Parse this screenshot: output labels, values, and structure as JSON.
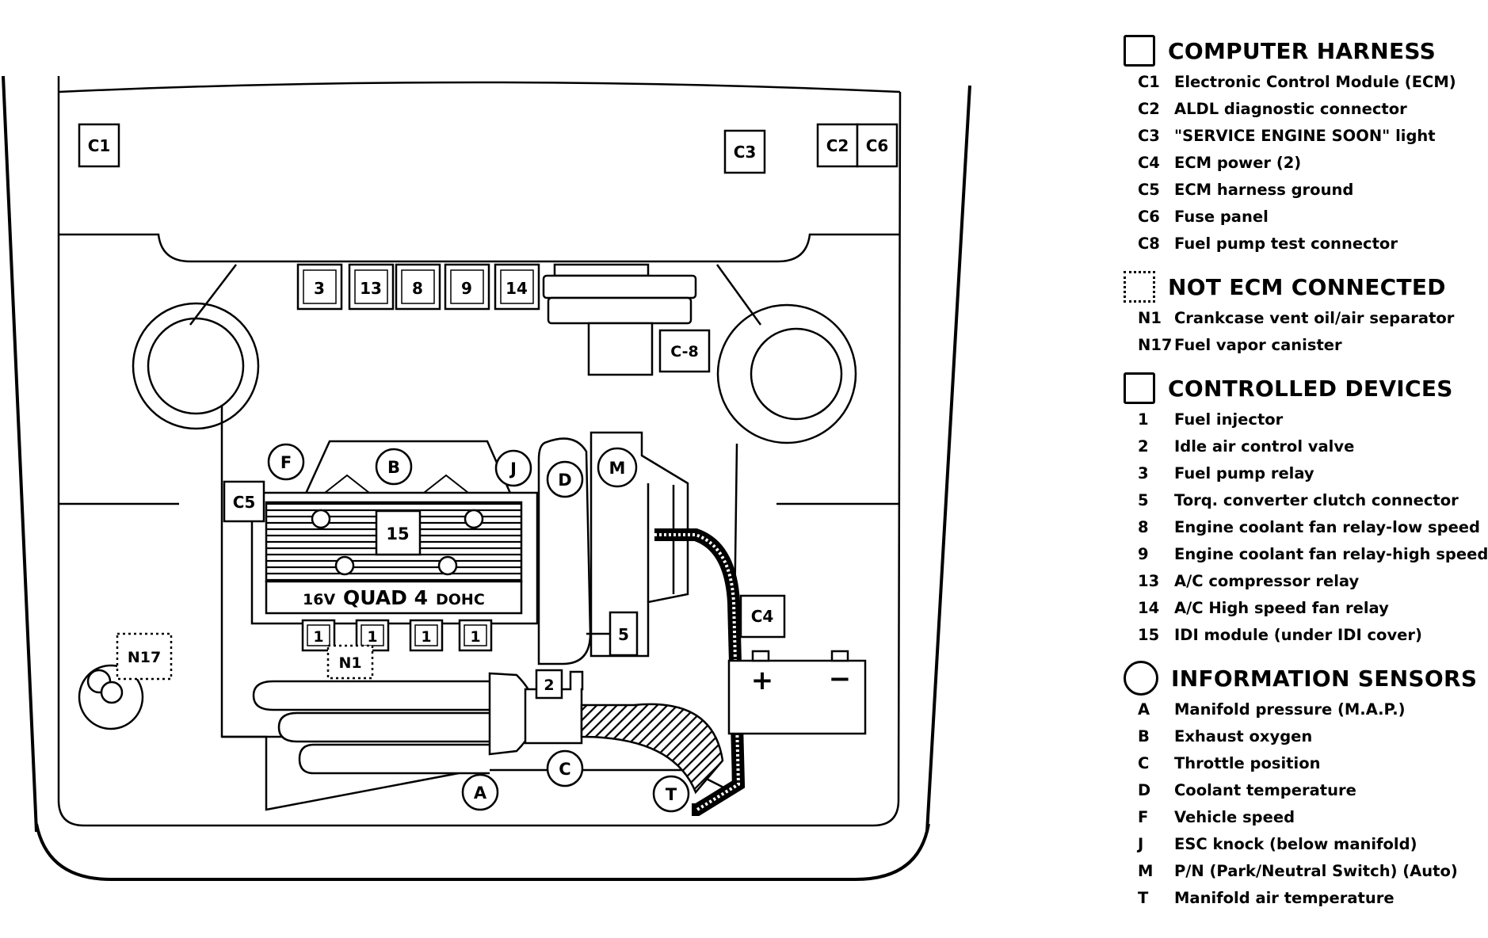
{
  "diagram": {
    "harness_boxes": {
      "c1": "C1",
      "c3": "C3",
      "c2": "C2",
      "c6": "C6",
      "c5": "C5",
      "c4": "C4",
      "c8": "C-8"
    },
    "relays": {
      "r3": "3",
      "r13": "13",
      "r8": "8",
      "r9": "9",
      "r14": "14"
    },
    "devices": {
      "d15": "15",
      "d5": "5",
      "d2": "2",
      "injector": "1"
    },
    "not_ecm": {
      "n17": "N17",
      "n1": "N1"
    },
    "sensors": {
      "f": "F",
      "b": "B",
      "j": "J",
      "d": "D",
      "m": "M",
      "a": "A",
      "c": "C",
      "t": "T"
    },
    "engine_label": {
      "size": "16V",
      "name": "QUAD 4",
      "type": "DOHC"
    },
    "battery": {
      "plus": "+",
      "minus": "−"
    }
  },
  "legend": {
    "computer_harness": {
      "title": "COMPUTER HARNESS",
      "items": [
        {
          "code": "C1",
          "label": "Electronic Control Module (ECM)"
        },
        {
          "code": "C2",
          "label": "ALDL diagnostic connector"
        },
        {
          "code": "C3",
          "label": "\"SERVICE ENGINE SOON\" light"
        },
        {
          "code": "C4",
          "label": "ECM power  (2)"
        },
        {
          "code": "C5",
          "label": "ECM harness ground"
        },
        {
          "code": "C6",
          "label": "Fuse panel"
        },
        {
          "code": "C8",
          "label": "Fuel pump test connector"
        }
      ]
    },
    "not_ecm_connected": {
      "title": "NOT ECM CONNECTED",
      "items": [
        {
          "code": "N1",
          "label": "Crankcase vent oil/air separator"
        },
        {
          "code": "N17",
          "label": "Fuel vapor canister"
        }
      ]
    },
    "controlled_devices": {
      "title": "CONTROLLED DEVICES",
      "items": [
        {
          "code": "1",
          "label": "Fuel injector"
        },
        {
          "code": "2",
          "label": "Idle air control valve"
        },
        {
          "code": "3",
          "label": "Fuel pump relay"
        },
        {
          "code": "5",
          "label": "Torq. converter clutch connector"
        },
        {
          "code": "8",
          "label": "Engine coolant fan relay-low speed"
        },
        {
          "code": "9",
          "label": "Engine coolant fan relay-high speed"
        },
        {
          "code": "13",
          "label": "A/C compressor relay"
        },
        {
          "code": "14",
          "label": "A/C High speed fan relay"
        },
        {
          "code": "15",
          "label": "IDI module (under IDI cover)"
        }
      ]
    },
    "information_sensors": {
      "title": "INFORMATION SENSORS",
      "items": [
        {
          "code": "A",
          "label": "Manifold pressure (M.A.P.)"
        },
        {
          "code": "B",
          "label": "Exhaust oxygen"
        },
        {
          "code": "C",
          "label": "Throttle position"
        },
        {
          "code": "D",
          "label": "Coolant temperature"
        },
        {
          "code": "F",
          "label": "Vehicle speed"
        },
        {
          "code": "J",
          "label": "ESC knock   (below manifold)"
        },
        {
          "code": "M",
          "label": "P/N (Park/Neutral Switch) (Auto)"
        },
        {
          "code": "T",
          "label": "Manifold air temperature"
        }
      ]
    }
  }
}
